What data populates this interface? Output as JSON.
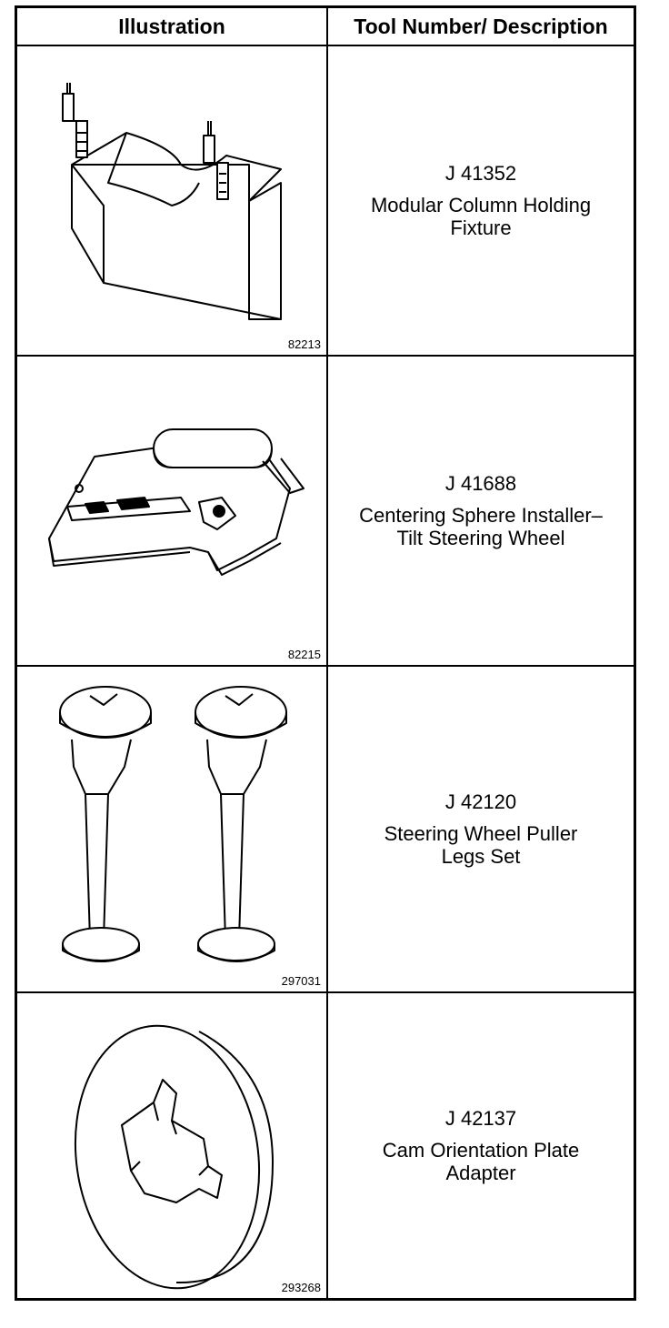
{
  "header": {
    "illustration": "Illustration",
    "tool_description": "Tool Number/ Description"
  },
  "rows": [
    {
      "tool_number": "J 41352",
      "desc_line1": "Modular Column Holding",
      "desc_line2": "Fixture",
      "figure_id": "82213",
      "icon": "holding-fixture-icon"
    },
    {
      "tool_number": "J 41688",
      "desc_line1": "Centering Sphere Installer–",
      "desc_line2": "Tilt Steering Wheel",
      "figure_id": "82215",
      "icon": "sphere-installer-icon"
    },
    {
      "tool_number": "J 42120",
      "desc_line1": "Steering Wheel Puller",
      "desc_line2": "Legs Set",
      "figure_id": "297031",
      "icon": "puller-legs-icon"
    },
    {
      "tool_number": "J 42137",
      "desc_line1": "Cam Orientation Plate",
      "desc_line2": "Adapter",
      "figure_id": "293268",
      "icon": "orientation-plate-icon"
    }
  ]
}
